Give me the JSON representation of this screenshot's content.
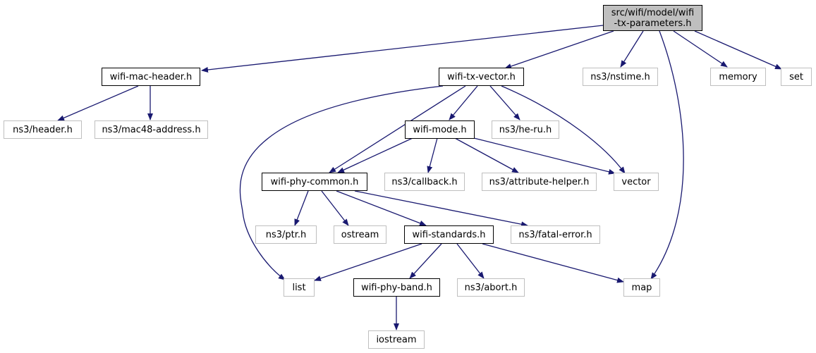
{
  "colors": {
    "edge": "#191970",
    "root_fill": "#bfbfbf",
    "external_border": "#bfbfbf",
    "internal_border": "#000000"
  },
  "nodes": {
    "root": {
      "line1": "src/wifi/model/wifi",
      "line2": "-tx-parameters.h"
    },
    "wifi_mac_header": "wifi-mac-header.h",
    "wifi_tx_vector": "wifi-tx-vector.h",
    "nstime": "ns3/nstime.h",
    "memory": "memory",
    "set": "set",
    "header": "ns3/header.h",
    "mac48_address": "ns3/mac48-address.h",
    "wifi_mode": "wifi-mode.h",
    "he_ru": "ns3/he-ru.h",
    "wifi_phy_common": "wifi-phy-common.h",
    "callback": "ns3/callback.h",
    "attribute_helper": "ns3/attribute-helper.h",
    "vector": "vector",
    "ptr": "ns3/ptr.h",
    "ostream": "ostream",
    "wifi_standards": "wifi-standards.h",
    "fatal_error": "ns3/fatal-error.h",
    "list": "list",
    "wifi_phy_band": "wifi-phy-band.h",
    "abort": "ns3/abort.h",
    "map": "map",
    "iostream": "iostream"
  }
}
